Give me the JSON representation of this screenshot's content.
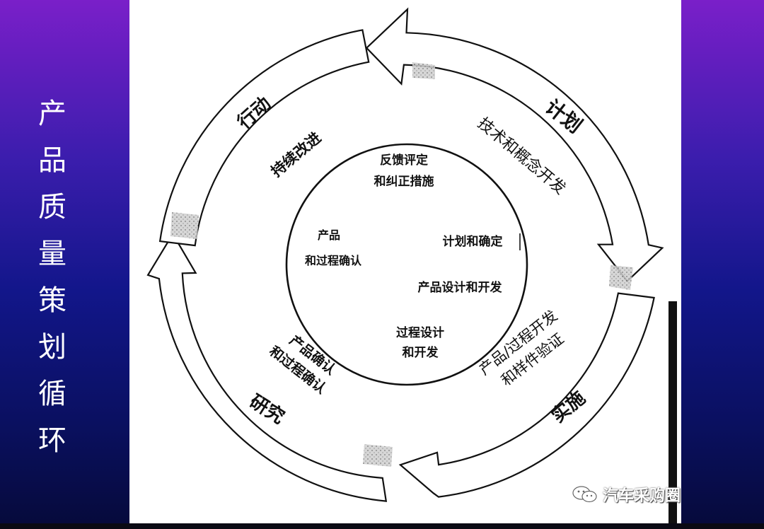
{
  "side_title": [
    "产",
    "品",
    "质",
    "量",
    "策",
    "划",
    "循",
    "环"
  ],
  "phases": {
    "plan": "计划",
    "do": "实施",
    "study": "研究",
    "act": "行动"
  },
  "middle_ring": {
    "tech_concept": "技术和概念开发",
    "prototype_1": "产品/过程开发",
    "prototype_2": "和样件验证",
    "validation_1": "产品确认",
    "validation_2": "和过程确认",
    "improvement": "持续改进"
  },
  "inner_circle": {
    "feedback_1": "反馈评定",
    "feedback_2": "和纠正措施",
    "validation_1": "产品",
    "validation_2": "和过程确认",
    "plan_define": "计划和确定",
    "product_design": "产品设计和开发",
    "process_design_1": "过程设计",
    "process_design_2": "和开发"
  },
  "watermark": "汽车采购圈"
}
